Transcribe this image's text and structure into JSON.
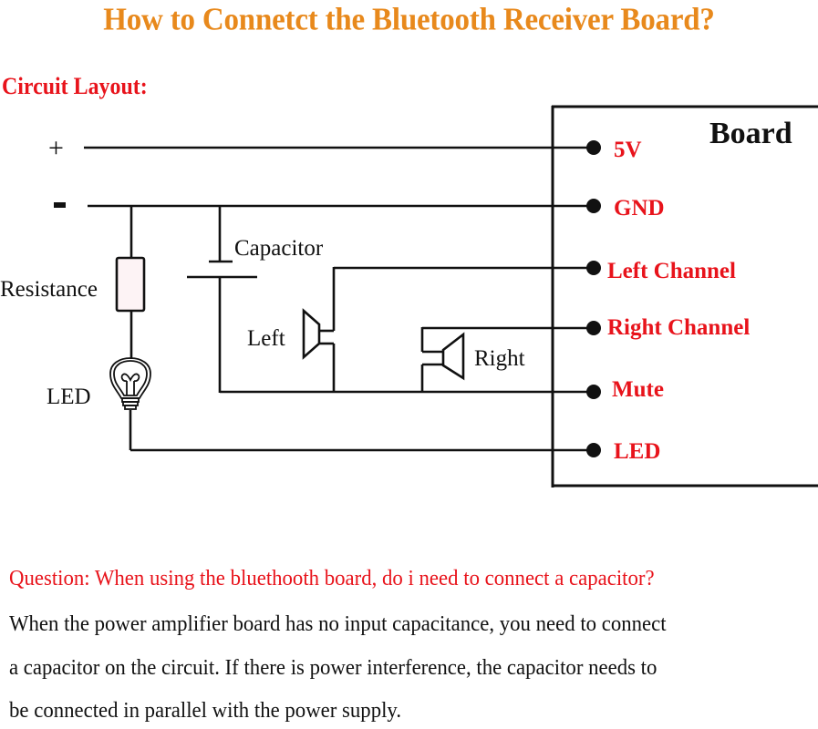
{
  "page": {
    "title": "How to Connetct the Bluetooth Receiver Board?",
    "section_label": "Circuit Layout:"
  },
  "colors": {
    "title": "#e8891c",
    "accent_red": "#e8131b",
    "line": "#111111",
    "resistor_fill": "#fdf3f5"
  },
  "circuit": {
    "supply": {
      "plus_symbol": "+",
      "minus_symbol": "-"
    },
    "components": {
      "resistor": "Resistance",
      "led": "LED",
      "capacitor": "Capacitor",
      "left_speaker": "Left",
      "right_speaker": "Right"
    },
    "board": {
      "title": "Board",
      "pins": [
        "5V",
        "GND",
        "Left Channel",
        "Right Channel",
        "Mute",
        "LED"
      ]
    }
  },
  "qa": {
    "question": "Question: When using the bluethooth board, do i need to connect a capacitor?",
    "answer_lines": [
      "When the power amplifier board has no input capacitance, you need to connect",
      "a capacitor on the circuit. If there is power interference, the capacitor needs to",
      "be connected in parallel with the power supply."
    ]
  }
}
